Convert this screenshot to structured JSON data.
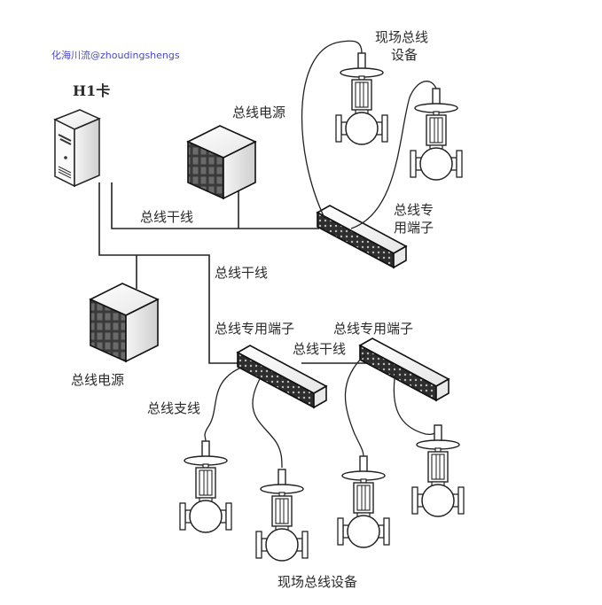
{
  "watermark": "化海川流@zhoudingshengs",
  "labels": {
    "h1_card": "H1卡",
    "power_top": "总线电源",
    "power_bottom": "总线电源",
    "trunk_1": "总线干线",
    "trunk_2": "总线干线",
    "trunk_3": "总线干线",
    "terminal_top_line1": "总线专",
    "terminal_top_line2": "用端子",
    "terminal_mid": "总线专用端子",
    "terminal_right": "总线专用端子",
    "spur": "总线支线",
    "field_top_line1": "现场总线",
    "field_top_line2": "设备",
    "field_bottom": "现场总线设备"
  },
  "colors": {
    "line": "#222222",
    "device_dark": "#3a3a3a",
    "device_light": "#f2f2f2",
    "watermark": "#4a4ac0"
  }
}
